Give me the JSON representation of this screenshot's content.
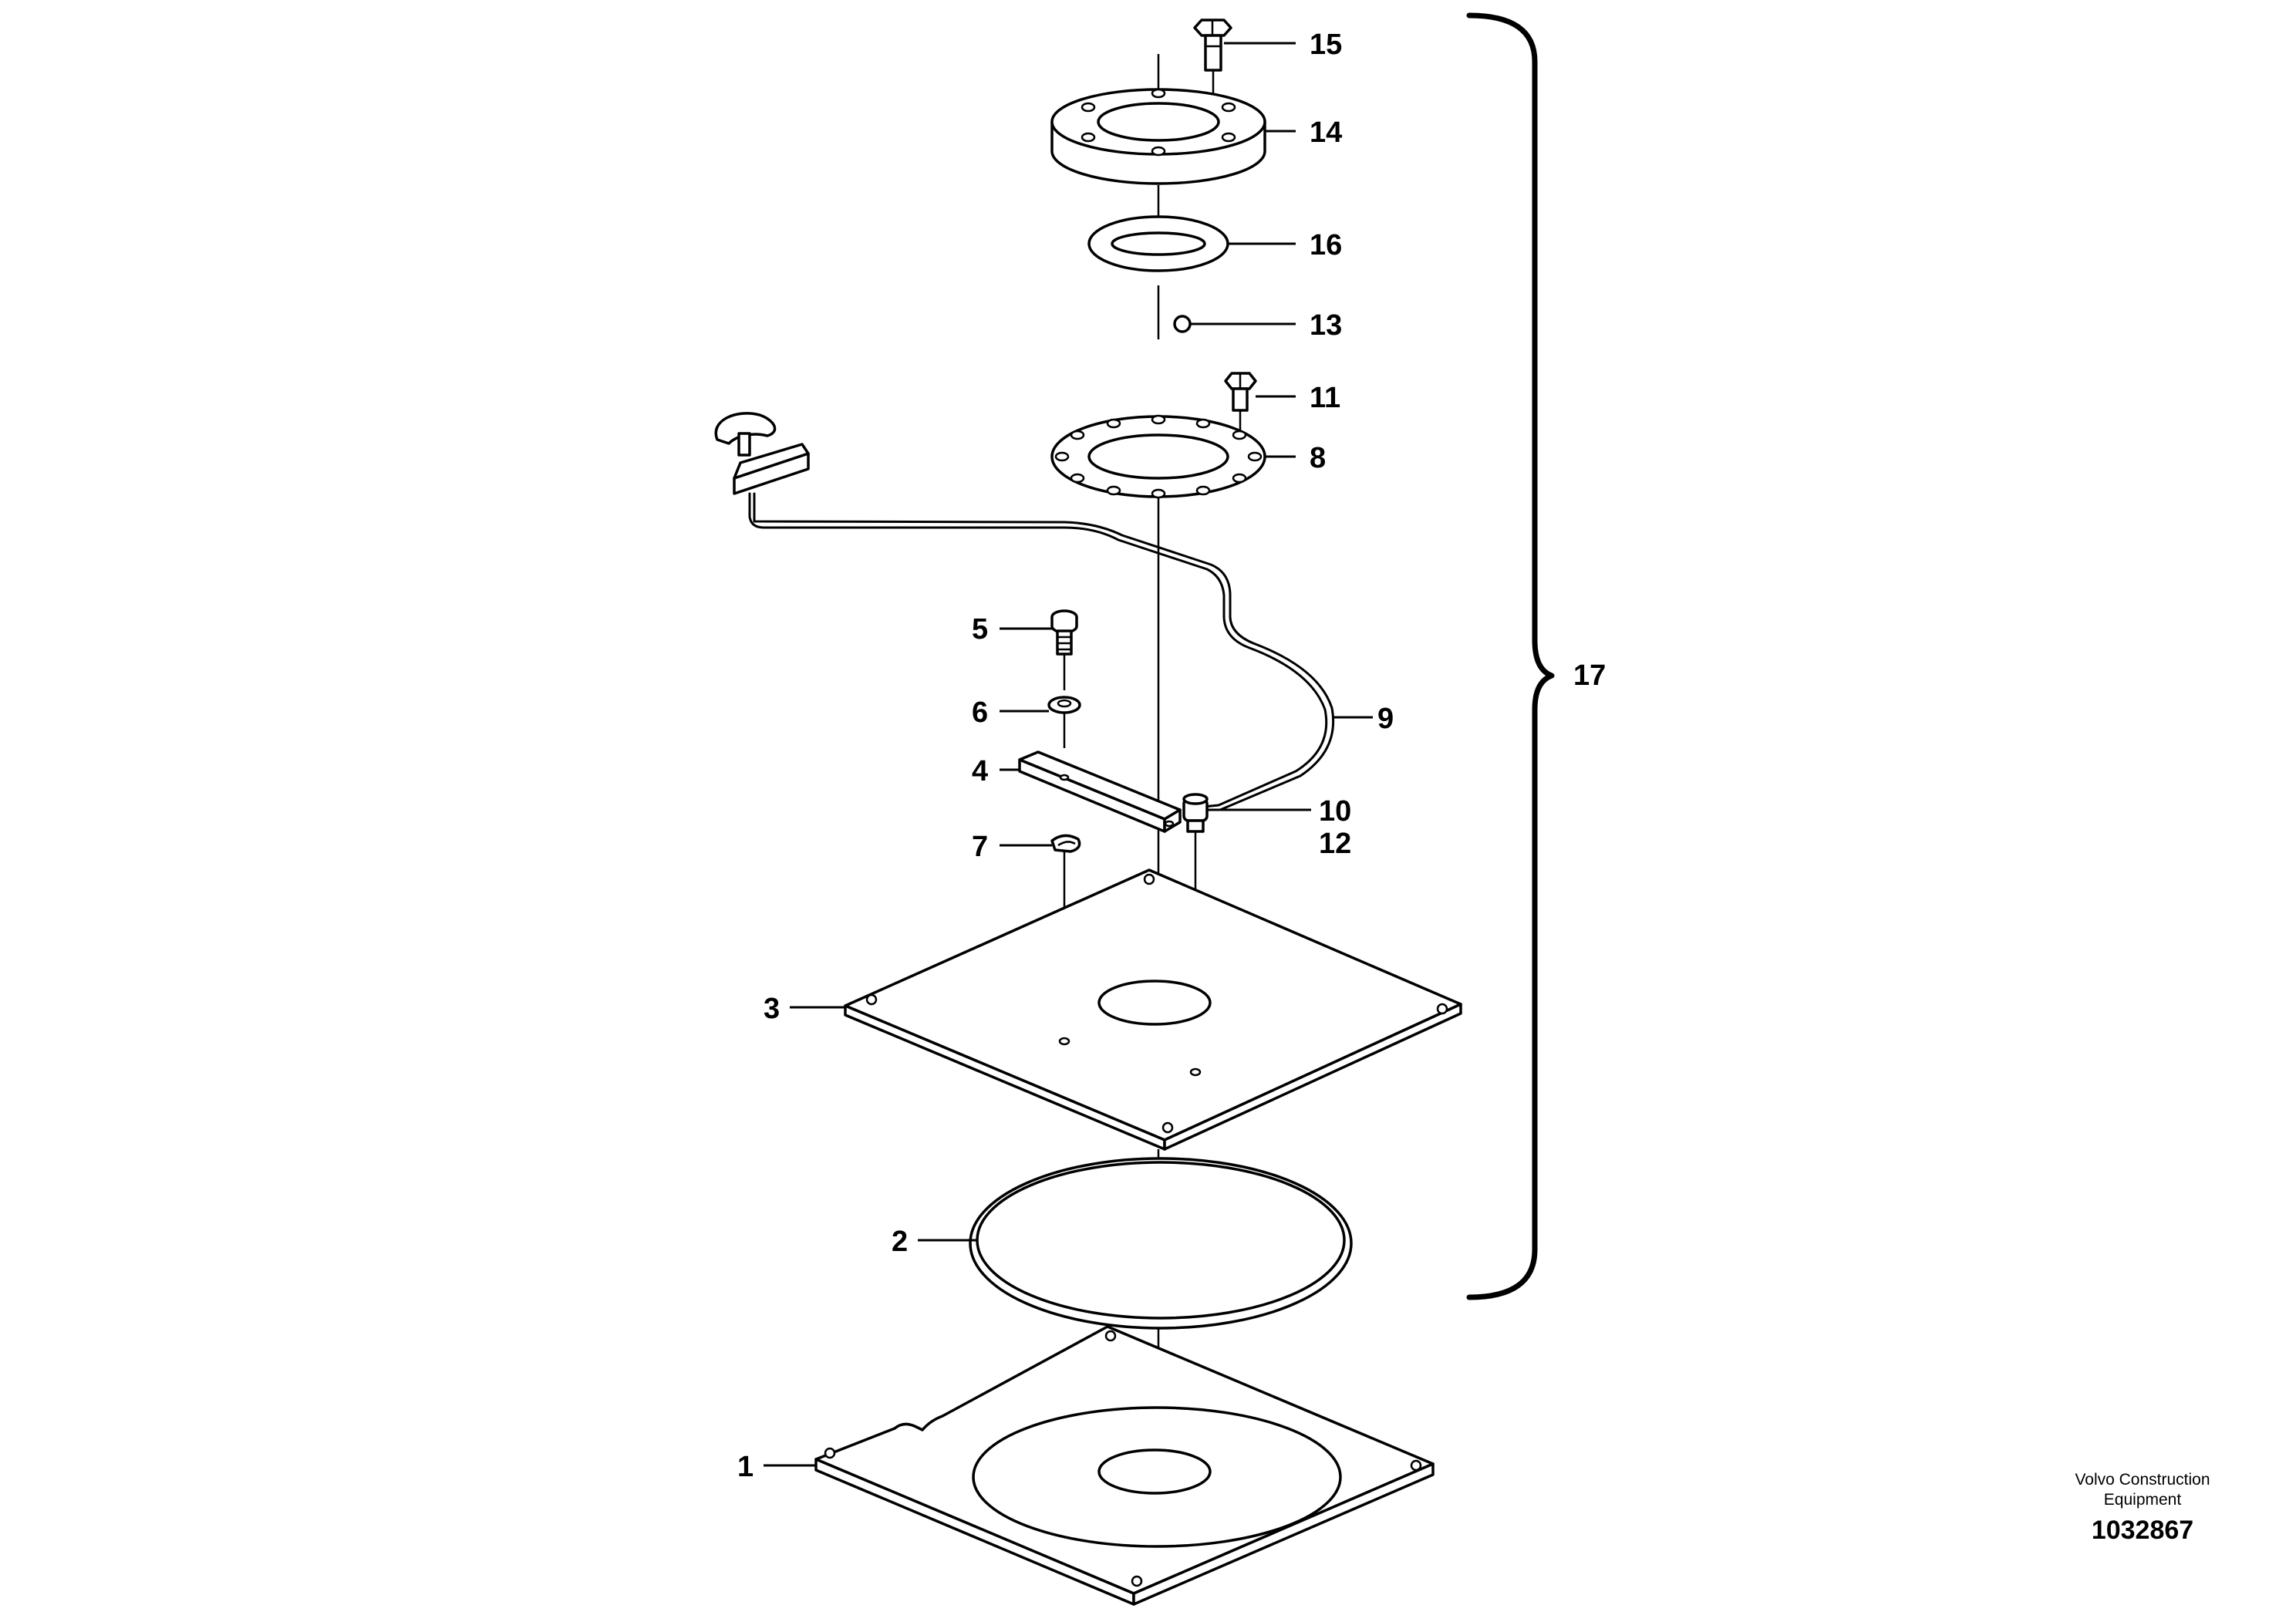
{
  "callouts": [
    {
      "id": "1",
      "text": "1"
    },
    {
      "id": "2",
      "text": "2"
    },
    {
      "id": "3",
      "text": "3"
    },
    {
      "id": "4",
      "text": "4"
    },
    {
      "id": "5",
      "text": "5"
    },
    {
      "id": "6",
      "text": "6"
    },
    {
      "id": "7",
      "text": "7"
    },
    {
      "id": "8",
      "text": "8"
    },
    {
      "id": "9",
      "text": "9"
    },
    {
      "id": "10",
      "text": "10"
    },
    {
      "id": "11",
      "text": "11"
    },
    {
      "id": "12",
      "text": "12"
    },
    {
      "id": "13",
      "text": "13"
    },
    {
      "id": "14",
      "text": "14"
    },
    {
      "id": "15",
      "text": "15"
    },
    {
      "id": "16",
      "text": "16"
    },
    {
      "id": "17",
      "text": "17"
    }
  ],
  "footer": {
    "company_line1": "Volvo Construction",
    "company_line2": "Equipment",
    "drawing_number": "1032867"
  }
}
